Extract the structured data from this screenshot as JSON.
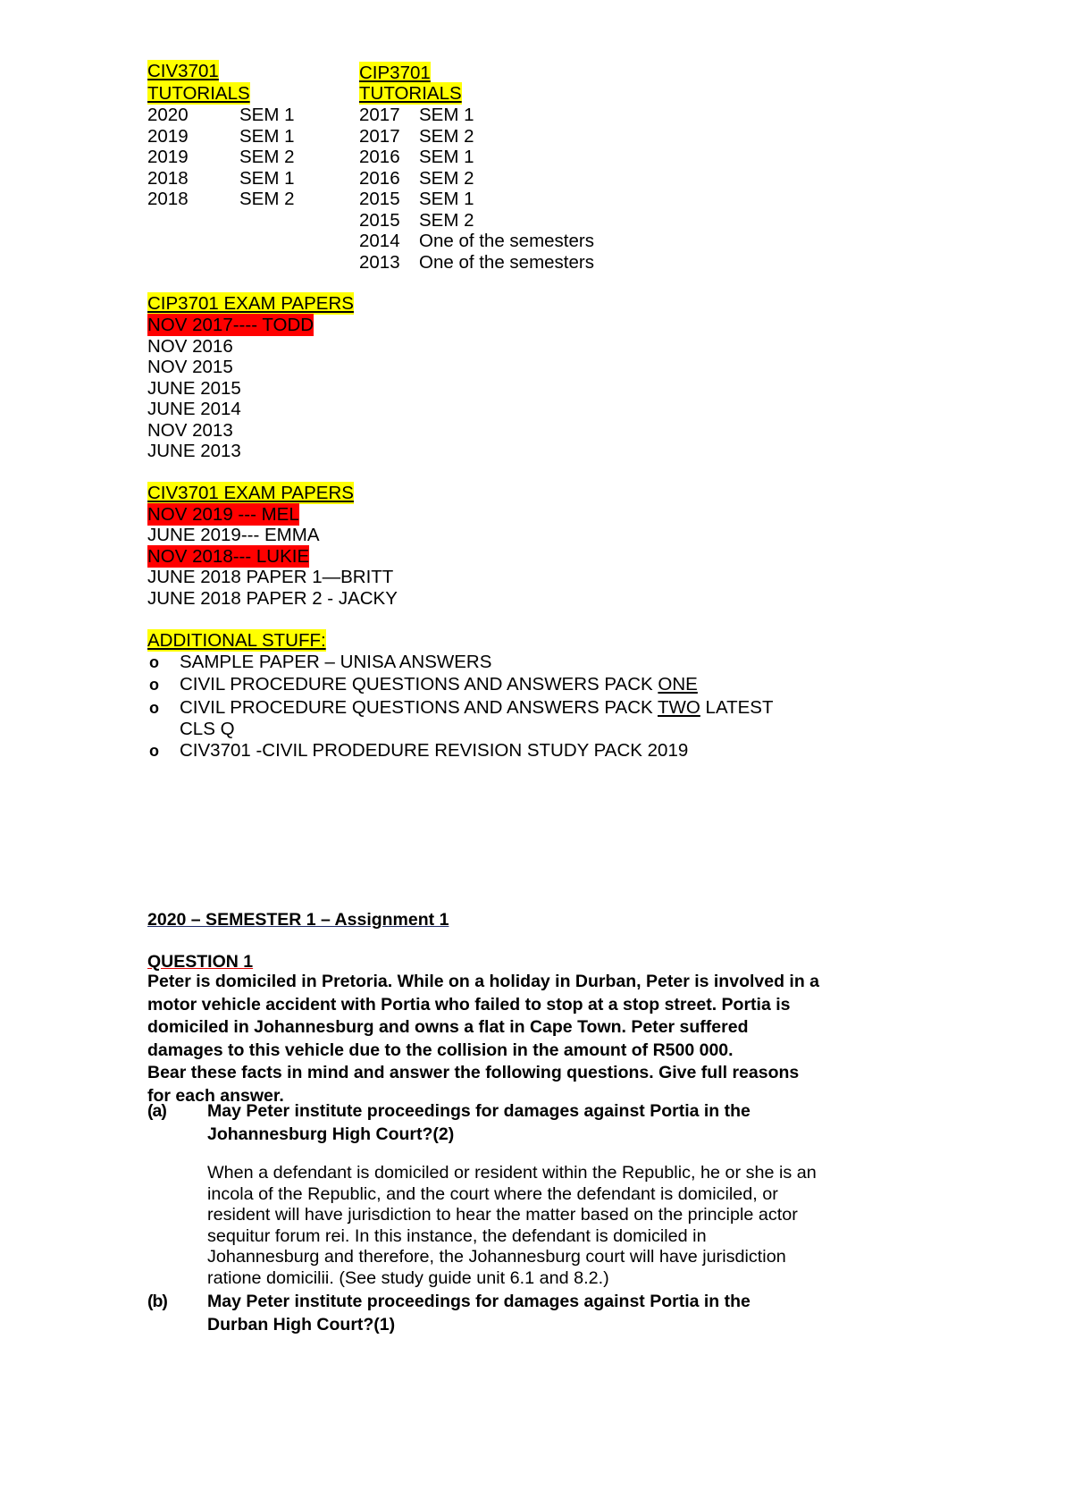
{
  "civ_tutorials": {
    "heading1": "CIV3701",
    "heading2": "TUTORIALS",
    "rows": [
      {
        "year": "2020",
        "sem": "SEM 1"
      },
      {
        "year": "2019",
        "sem": "SEM 1"
      },
      {
        "year": "2019",
        "sem": "SEM 2"
      },
      {
        "year": "2018",
        "sem": "SEM 1"
      },
      {
        "year": "2018",
        "sem": "SEM 2"
      }
    ]
  },
  "cip_tutorials": {
    "heading1": "CIP3701",
    "heading2": "TUTORIALS",
    "rows": [
      {
        "year": "2017",
        "sem": "SEM 1"
      },
      {
        "year": "2017",
        "sem": "SEM 2"
      },
      {
        "year": "2016",
        "sem": "SEM 1"
      },
      {
        "year": "2016",
        "sem": "SEM 2"
      },
      {
        "year": "2015",
        "sem": "SEM 1"
      },
      {
        "year": "2015",
        "sem": "SEM 2"
      },
      {
        "year": "2014",
        "sem": "One of the semesters"
      },
      {
        "year": "2013",
        "sem": "One of the semesters"
      }
    ]
  },
  "cip_exams": {
    "heading": "CIP3701 EXAM PAPERS",
    "items": [
      "NOV 2017---- TODD",
      "NOV 2016",
      "NOV 2015",
      "JUNE 2015",
      "JUNE 2014",
      "NOV 2013",
      "JUNE 2013"
    ]
  },
  "civ_exams": {
    "heading": "CIV3701 EXAM PAPERS",
    "items": [
      "NOV 2019 --- MEL",
      "JUNE 2019--- EMMA",
      "NOV 2018---  LUKIE",
      "JUNE 2018 PAPER 1—BRITT",
      "JUNE 2018 PAPER 2 - JACKY"
    ]
  },
  "additional": {
    "heading": "ADDITIONAL STUFF:",
    "bullet_glyph": "o",
    "item1": "SAMPLE PAPER – UNISA ANSWERS",
    "item2_prefix": "CIVIL PROCEDURE QUESTIONS AND ANSWERS PACK ",
    "item2_u": "ONE",
    "item3_prefix": "CIVIL PROCEDURE QUESTIONS AND ANSWERS PACK ",
    "item3_u": "TWO",
    "item3_suffix": " LATEST",
    "item3_line2": "CLS Q",
    "item4": "CIV3701 -CIVIL PRODEDURE REVISION STUDY PACK 2019"
  },
  "assignment": {
    "title": "2020 – SEMESTER 1 – Assignment 1",
    "question_label": "QUESTION 1",
    "facts": [
      "Peter is domiciled in Pretoria. While on a holiday in Durban, Peter is involved in a",
      "motor vehicle accident with Portia who failed to stop at a stop street. Portia is",
      "domiciled in Johannesburg and owns a flat in Cape Town. Peter suffered",
      "damages to this vehicle due to the collision in the amount of R500 000.",
      "Bear these facts in mind and answer the following questions. Give full reasons",
      "for each answer."
    ],
    "qa_label": "(a)",
    "qa_text": [
      "May Peter institute proceedings for damages against Portia in the",
      "Johannesburg High Court?(2)"
    ],
    "qa_answer": [
      "When a defendant is domiciled or resident within the Republic, he or she is an",
      "incola of the Republic, and the court where the defendant is domiciled, or",
      "resident will have jurisdiction to hear the matter based on the principle actor",
      "sequitur forum rei. In this instance, the defendant is domiciled in",
      "Johannesburg and therefore, the Johannesburg court will have jurisdiction",
      "ratione domicilii. (See study guide unit 6.1 and 8.2.)"
    ],
    "qb_label": "(b)",
    "qb_text": [
      "May Peter institute proceedings for damages against Portia in the",
      "Durban High Court?(1)"
    ]
  }
}
